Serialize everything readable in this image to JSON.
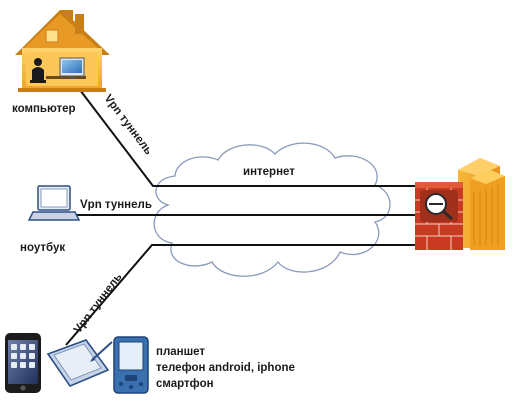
{
  "labels": {
    "computer": "компьютер",
    "laptop": "ноутбук",
    "internet": "интернет",
    "tunnel_top": "Vpn туннель",
    "tunnel_mid": "Vpn туннель",
    "tunnel_bottom": "Vpn туннель",
    "mobile_line1": "планшет",
    "mobile_line2": "телефон android, iphone",
    "mobile_line3": "смартфон"
  },
  "icons": {
    "house": "house-with-computer-icon",
    "laptop": "laptop-icon",
    "cloud": "cloud-icon",
    "firewall": "firewall-icon",
    "buildings": "office-buildings-icon",
    "phone": "smartphone-icon",
    "tablet": "tablet-icon",
    "pda": "pda-icon"
  },
  "colors": {
    "house_wall": "#f6b035",
    "house_roof": "#d98a1c",
    "building": "#f3a623",
    "firewall_brick": "#c83a22",
    "cloud_stroke": "#8a9ab8",
    "line": "#111111",
    "device_blue": "#3a6fb0"
  }
}
